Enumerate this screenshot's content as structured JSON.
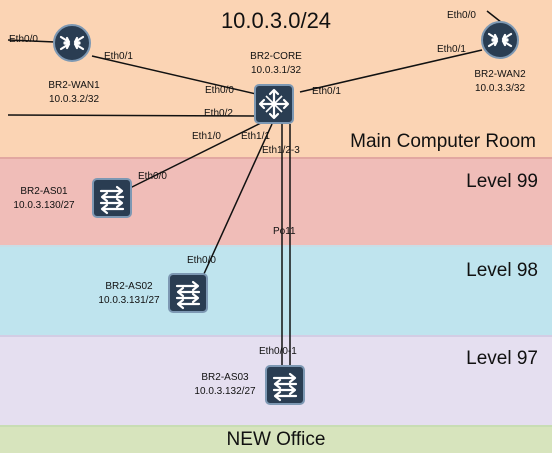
{
  "subnet": "10.0.3.0/24",
  "areas": {
    "main": "Main Computer Room",
    "level99": "Level 99",
    "level98": "Level 98",
    "level97": "Level 97",
    "new_office": "NEW Office"
  },
  "devices": {
    "wan1": {
      "name": "BR2-WAN1",
      "ip": "10.0.3.2/32"
    },
    "wan2": {
      "name": "BR2-WAN2",
      "ip": "10.0.3.3/32"
    },
    "core": {
      "name": "BR2-CORE",
      "ip": "10.0.3.1/32"
    },
    "as01": {
      "name": "BR2-AS01",
      "ip": "10.0.3.130/27"
    },
    "as02": {
      "name": "BR2-AS02",
      "ip": "10.0.3.131/27"
    },
    "as03": {
      "name": "BR2-AS03",
      "ip": "10.0.3.132/27"
    }
  },
  "interfaces": {
    "wan1_left": "Eth0/0",
    "wan1_right": "Eth0/1",
    "wan2_top": "Eth0/0",
    "wan2_left": "Eth0/1",
    "core_wan1": "Eth0/0",
    "core_wan2": "Eth0/1",
    "core_left": "Eth0/2",
    "core_as01": "Eth1/0",
    "core_as02": "Eth1/1",
    "core_as03": "Eth1/2-3",
    "as01_up": "Eth0/0",
    "as02_up": "Eth0/0",
    "as03_up": "Eth0/0-1",
    "portchannel": "Po11"
  },
  "colors": {
    "main": "#fbd4b4",
    "level99": "#f0bdb8",
    "level98": "#bfe4ee",
    "level97": "#e5dff0",
    "new_office": "#d7e4bd",
    "device_dark": "#2a3d52",
    "device_light": "#7d98b3"
  }
}
